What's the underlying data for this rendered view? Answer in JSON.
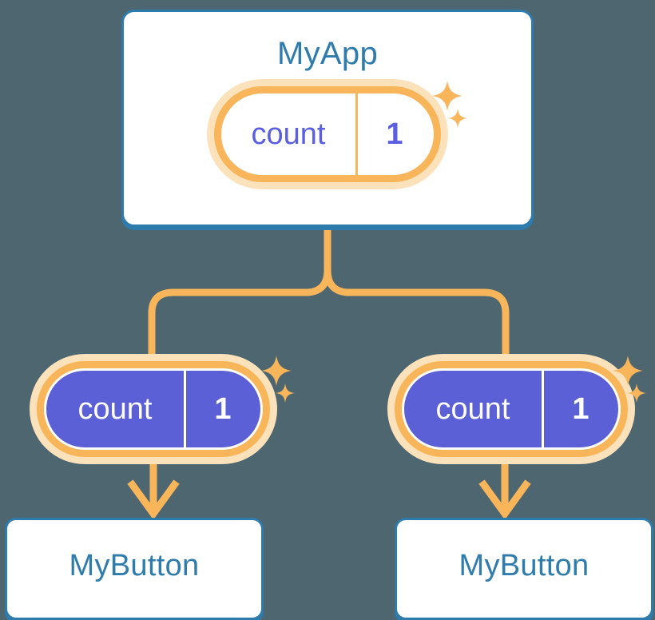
{
  "background_color": "#4d666f",
  "palette": {
    "card_border_blue": "#2e7bad",
    "title_blue": "#2e7bad",
    "orange": "#f8b55a",
    "orange_soft": "#fce2bb",
    "purple_fill": "#5c60d6",
    "purple_text": "#5a5ee0",
    "card_white": "#ffffff"
  },
  "app_card": {
    "title": "MyApp",
    "state_pill": {
      "key": "count",
      "value": "1",
      "sparkle_large": "sparkle-icon",
      "sparkle_small": "sparkle-icon"
    }
  },
  "children": [
    {
      "state_pill": {
        "key": "count",
        "value": "1"
      },
      "card_title": "MyButton"
    },
    {
      "state_pill": {
        "key": "count",
        "value": "1"
      },
      "card_title": "MyButton"
    }
  ],
  "connectors": {
    "trunk": "vertical-trunk-from-app-card",
    "branch_left": "branch-to-left-child",
    "branch_right": "branch-to-right-child",
    "arrow_left": "arrow-down-to-left-button",
    "arrow_right": "arrow-down-to-right-button"
  }
}
